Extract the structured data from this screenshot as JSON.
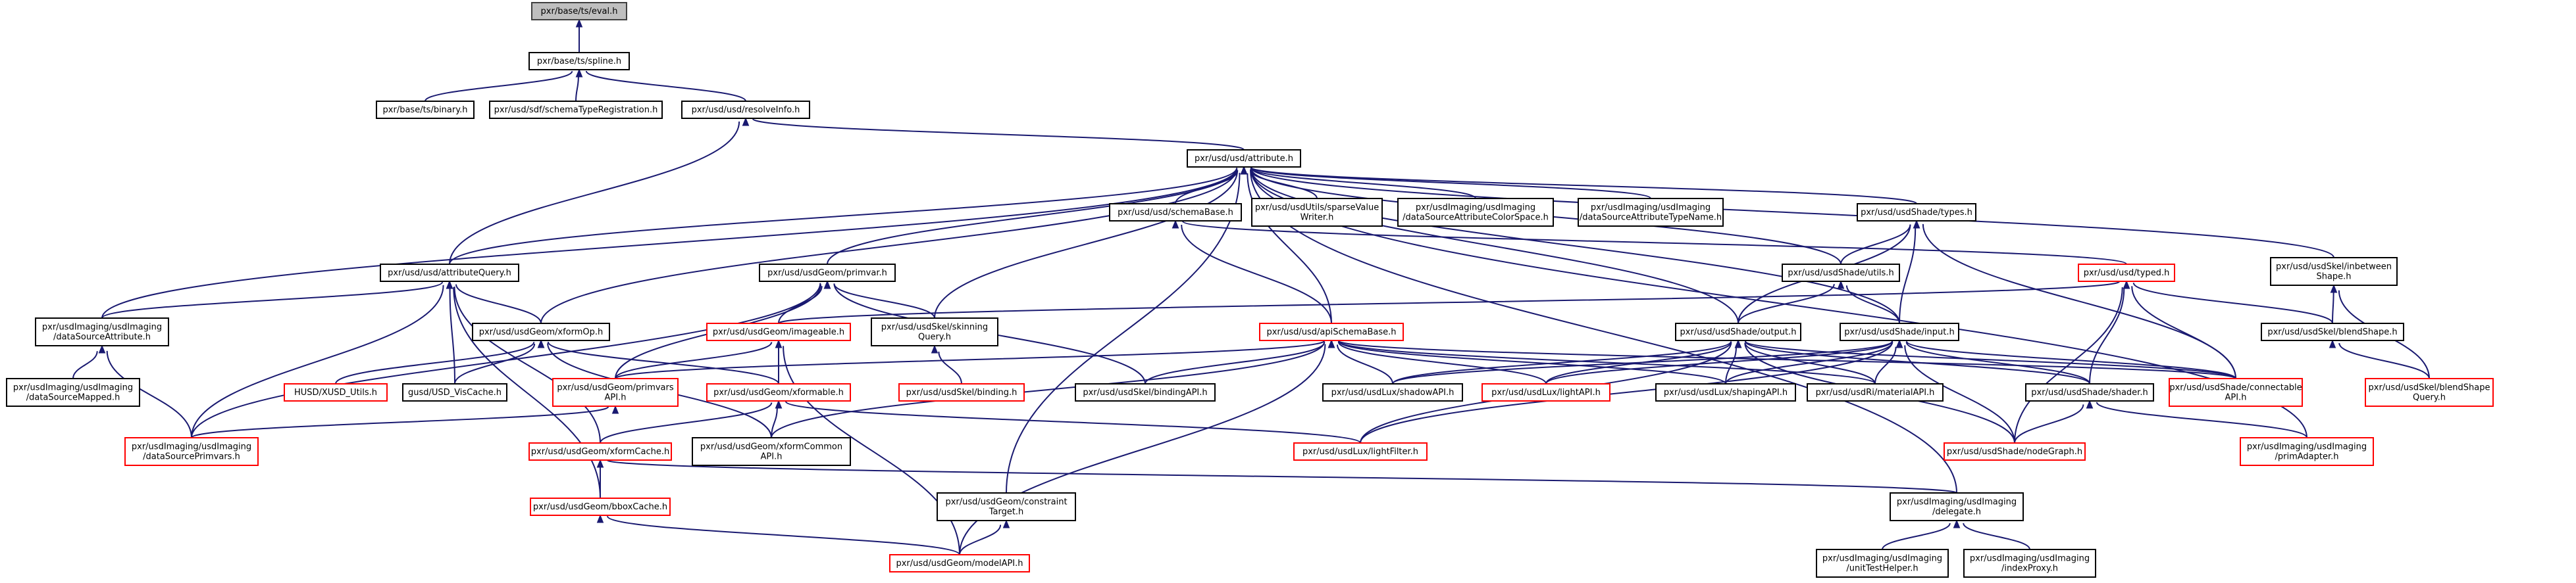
{
  "palette": {
    "background": "#ffffff",
    "root_fill": "#bfbfbf",
    "root_stroke": "#404040",
    "normal_stroke": "#000000",
    "truncated_stroke": "#ff0000",
    "edge": "#191970"
  },
  "nodes": [
    {
      "id": "eval",
      "lines": [
        "pxr/base/ts/eval.h"
      ],
      "kind": "root"
    },
    {
      "id": "spline",
      "lines": [
        "pxr/base/ts/spline.h"
      ],
      "kind": "normal"
    },
    {
      "id": "binary",
      "lines": [
        "pxr/base/ts/binary.h"
      ],
      "kind": "normal"
    },
    {
      "id": "schemaTypeReg",
      "lines": [
        "pxr/usd/sdf/schemaTypeRegistration.h"
      ],
      "kind": "normal"
    },
    {
      "id": "resolveInfo",
      "lines": [
        "pxr/usd/usd/resolveInfo.h"
      ],
      "kind": "normal"
    },
    {
      "id": "attribute",
      "lines": [
        "pxr/usd/usd/attribute.h"
      ],
      "kind": "normal"
    },
    {
      "id": "schemaBase",
      "lines": [
        "pxr/usd/usd/schemaBase.h"
      ],
      "kind": "normal"
    },
    {
      "id": "sparseValueWriter",
      "lines": [
        "pxr/usd/usdUtils/sparseValue",
        "Writer.h"
      ],
      "kind": "normal"
    },
    {
      "id": "dsAttrColorSpace",
      "lines": [
        "pxr/usdImaging/usdImaging",
        "/dataSourceAttributeColorSpace.h"
      ],
      "kind": "normal"
    },
    {
      "id": "dsAttrTypeName",
      "lines": [
        "pxr/usdImaging/usdImaging",
        "/dataSourceAttributeTypeName.h"
      ],
      "kind": "normal"
    },
    {
      "id": "shadeTypes",
      "lines": [
        "pxr/usd/usdShade/types.h"
      ],
      "kind": "normal"
    },
    {
      "id": "inbetweenShape",
      "lines": [
        "pxr/usd/usdSkel/inbetween",
        "Shape.h"
      ],
      "kind": "normal"
    },
    {
      "id": "attributeQuery",
      "lines": [
        "pxr/usd/usd/attributeQuery.h"
      ],
      "kind": "normal"
    },
    {
      "id": "primvar",
      "lines": [
        "pxr/usd/usdGeom/primvar.h"
      ],
      "kind": "normal"
    },
    {
      "id": "shadeUtils",
      "lines": [
        "pxr/usd/usdShade/utils.h"
      ],
      "kind": "normal"
    },
    {
      "id": "typed",
      "lines": [
        "pxr/usd/usd/typed.h"
      ],
      "kind": "truncated"
    },
    {
      "id": "dsAttribute",
      "lines": [
        "pxr/usdImaging/usdImaging",
        "/dataSourceAttribute.h"
      ],
      "kind": "normal"
    },
    {
      "id": "xformOp",
      "lines": [
        "pxr/usd/usdGeom/xformOp.h"
      ],
      "kind": "normal"
    },
    {
      "id": "imageable",
      "lines": [
        "pxr/usd/usdGeom/imageable.h"
      ],
      "kind": "truncated"
    },
    {
      "id": "skinningQuery",
      "lines": [
        "pxr/usd/usdSkel/skinning",
        "Query.h"
      ],
      "kind": "normal"
    },
    {
      "id": "apiSchemaBase",
      "lines": [
        "pxr/usd/usd/apiSchemaBase.h"
      ],
      "kind": "truncated"
    },
    {
      "id": "shadeOutput",
      "lines": [
        "pxr/usd/usdShade/output.h"
      ],
      "kind": "normal"
    },
    {
      "id": "shadeInput",
      "lines": [
        "pxr/usd/usdShade/input.h"
      ],
      "kind": "normal"
    },
    {
      "id": "blendShape",
      "lines": [
        "pxr/usd/usdSkel/blendShape.h"
      ],
      "kind": "normal"
    },
    {
      "id": "dsMapped",
      "lines": [
        "pxr/usdImaging/usdImaging",
        "/dataSourceMapped.h"
      ],
      "kind": "normal"
    },
    {
      "id": "husdUtils",
      "lines": [
        "HUSD/XUSD_Utils.h"
      ],
      "kind": "truncated"
    },
    {
      "id": "visCache",
      "lines": [
        "gusd/USD_VisCache.h"
      ],
      "kind": "normal"
    },
    {
      "id": "primvarsAPI",
      "lines": [
        "pxr/usd/usdGeom/primvars",
        "API.h"
      ],
      "kind": "truncated"
    },
    {
      "id": "xformable",
      "lines": [
        "pxr/usd/usdGeom/xformable.h"
      ],
      "kind": "truncated"
    },
    {
      "id": "skelBinding",
      "lines": [
        "pxr/usd/usdSkel/binding.h"
      ],
      "kind": "truncated"
    },
    {
      "id": "bindingAPI",
      "lines": [
        "pxr/usd/usdSkel/bindingAPI.h"
      ],
      "kind": "normal"
    },
    {
      "id": "shadowAPI",
      "lines": [
        "pxr/usd/usdLux/shadowAPI.h"
      ],
      "kind": "normal"
    },
    {
      "id": "lightAPI",
      "lines": [
        "pxr/usd/usdLux/lightAPI.h"
      ],
      "kind": "truncated"
    },
    {
      "id": "shapingAPI",
      "lines": [
        "pxr/usd/usdLux/shapingAPI.h"
      ],
      "kind": "normal"
    },
    {
      "id": "materialAPI",
      "lines": [
        "pxr/usd/usdRi/materialAPI.h"
      ],
      "kind": "normal"
    },
    {
      "id": "shader",
      "lines": [
        "pxr/usd/usdShade/shader.h"
      ],
      "kind": "normal"
    },
    {
      "id": "connectableAPI",
      "lines": [
        "pxr/usd/usdShade/connectable",
        "API.h"
      ],
      "kind": "truncated"
    },
    {
      "id": "blendShapeQuery",
      "lines": [
        "pxr/usd/usdSkel/blendShape",
        "Query.h"
      ],
      "kind": "truncated"
    },
    {
      "id": "dsPrimvars",
      "lines": [
        "pxr/usdImaging/usdImaging",
        "/dataSourcePrimvars.h"
      ],
      "kind": "truncated"
    },
    {
      "id": "xformCache",
      "lines": [
        "pxr/usd/usdGeom/xformCache.h"
      ],
      "kind": "truncated"
    },
    {
      "id": "xformCommonAPI",
      "lines": [
        "pxr/usd/usdGeom/xformCommon",
        "API.h"
      ],
      "kind": "normal"
    },
    {
      "id": "lightFilter",
      "lines": [
        "pxr/usd/usdLux/lightFilter.h"
      ],
      "kind": "truncated"
    },
    {
      "id": "nodeGraph",
      "lines": [
        "pxr/usd/usdShade/nodeGraph.h"
      ],
      "kind": "truncated"
    },
    {
      "id": "primAdapter",
      "lines": [
        "pxr/usdImaging/usdImaging",
        "/primAdapter.h"
      ],
      "kind": "truncated"
    },
    {
      "id": "bboxCache",
      "lines": [
        "pxr/usd/usdGeom/bboxCache.h"
      ],
      "kind": "truncated"
    },
    {
      "id": "constraintTarget",
      "lines": [
        "pxr/usd/usdGeom/constraint",
        "Target.h"
      ],
      "kind": "normal"
    },
    {
      "id": "delegate",
      "lines": [
        "pxr/usdImaging/usdImaging",
        "/delegate.h"
      ],
      "kind": "normal"
    },
    {
      "id": "modelAPI",
      "lines": [
        "pxr/usd/usdGeom/modelAPI.h"
      ],
      "kind": "truncated"
    },
    {
      "id": "unitTestHelper",
      "lines": [
        "pxr/usdImaging/usdImaging",
        "/unitTestHelper.h"
      ],
      "kind": "normal"
    },
    {
      "id": "indexProxy",
      "lines": [
        "pxr/usdImaging/usdImaging",
        "/indexProxy.h"
      ],
      "kind": "normal"
    }
  ]
}
